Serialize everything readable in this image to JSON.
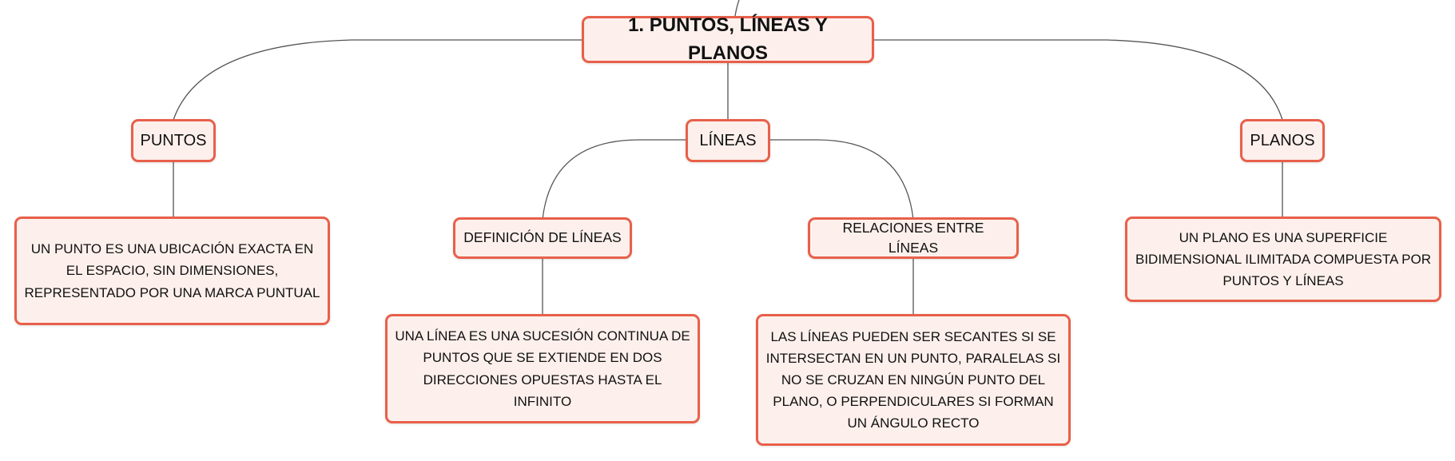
{
  "mind_map": {
    "root": {
      "label": "1. PUNTOS, LÍNEAS Y PLANOS"
    },
    "branches": {
      "puntos": {
        "label": "PUNTOS",
        "description": "UN PUNTO ES UNA UBICACIÓN EXACTA EN EL ESPACIO, SIN DIMENSIONES, REPRESENTADO POR UNA MARCA PUNTUAL"
      },
      "lineas": {
        "label": "LÍNEAS",
        "definicion": {
          "label": "DEFINICIÓN DE LÍNEAS",
          "description": "UNA LÍNEA ES UNA SUCESIÓN CONTINUA DE PUNTOS QUE SE EXTIENDE EN DOS DIRECCIONES OPUESTAS HASTA EL INFINITO"
        },
        "relaciones": {
          "label": "RELACIONES ENTRE LÍNEAS",
          "description": "LAS LÍNEAS PUEDEN SER SECANTES SI SE INTERSECTAN EN UN PUNTO, PARALELAS SI NO SE CRUZAN EN NINGÚN PUNTO DEL PLANO, O PERPENDICULARES SI FORMAN UN ÁNGULO RECTO"
        }
      },
      "planos": {
        "label": "PLANOS",
        "description": "UN PLANO ES UNA SUPERFICIE BIDIMENSIONAL ILIMITADA COMPUESTA POR PUNTOS Y LÍNEAS"
      }
    }
  },
  "colors": {
    "node_border": "#e8604a",
    "node_fill": "#fdf0ec",
    "connector": "#555555",
    "text": "#111111"
  }
}
